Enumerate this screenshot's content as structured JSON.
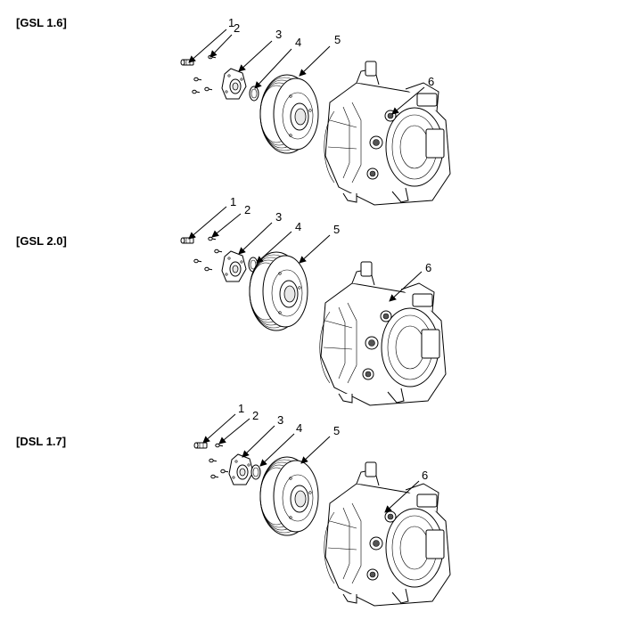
{
  "sections": [
    {
      "label": "[GSL 1.6]",
      "callouts": [
        "1",
        "2",
        "3",
        "4",
        "5",
        "6"
      ],
      "parts": [
        "bolt-icon",
        "washer-icon",
        "clutch-hub-icon",
        "shim-icon",
        "pulley-icon",
        "compressor-icon"
      ]
    },
    {
      "label": "[GSL 2.0]",
      "callouts": [
        "1",
        "2",
        "3",
        "4",
        "5",
        "6"
      ],
      "parts": [
        "bolt-icon",
        "washer-icon",
        "clutch-hub-icon",
        "shim-icon",
        "pulley-icon",
        "compressor-icon"
      ]
    },
    {
      "label": "[DSL 1.7]",
      "callouts": [
        "1",
        "2",
        "3",
        "4",
        "5",
        "6"
      ],
      "parts": [
        "bolt-icon",
        "washer-icon",
        "clutch-hub-icon",
        "shim-icon",
        "pulley-icon",
        "compressor-icon"
      ]
    }
  ]
}
